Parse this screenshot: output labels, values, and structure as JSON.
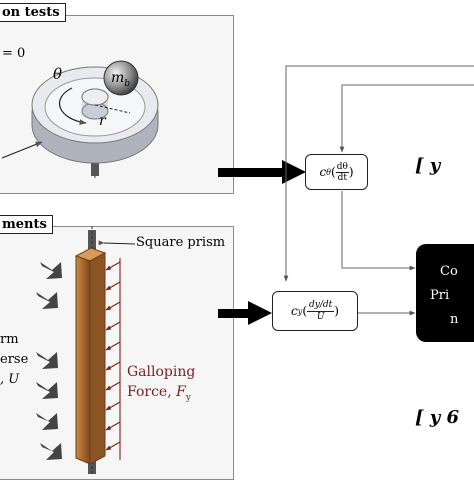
{
  "panels": {
    "top": {
      "title": "on tests",
      "init_cond": "= 0"
    },
    "bottom": {
      "title": "ments"
    }
  },
  "rotary_device": {
    "theta": "θ",
    "mass": "m",
    "mass_sub": "b",
    "radius": "r"
  },
  "prism": {
    "label": "Square prism",
    "galloping_line1": "Galloping",
    "galloping_line2": "Force, ",
    "force_symbol": "F",
    "force_sub": "y"
  },
  "flow": {
    "line1": "rm",
    "line2": "erse",
    "line3": ", U"
  },
  "boxes": {
    "c_theta": {
      "c": "c",
      "sub": "θ",
      "num": "dθ",
      "den": "dt"
    },
    "c_y": {
      "c": "c",
      "sub": "y",
      "num": "dy/dt",
      "den": "U"
    }
  },
  "black_box": {
    "line1": "Co",
    "line2": "Pri",
    "line3": "n"
  },
  "vectors": {
    "top": "[ y",
    "bottom": "[ y  6"
  },
  "colors": {
    "galloping": "#7a1f1f",
    "wood": "#a8703a",
    "arrow_fill": "#444444"
  }
}
